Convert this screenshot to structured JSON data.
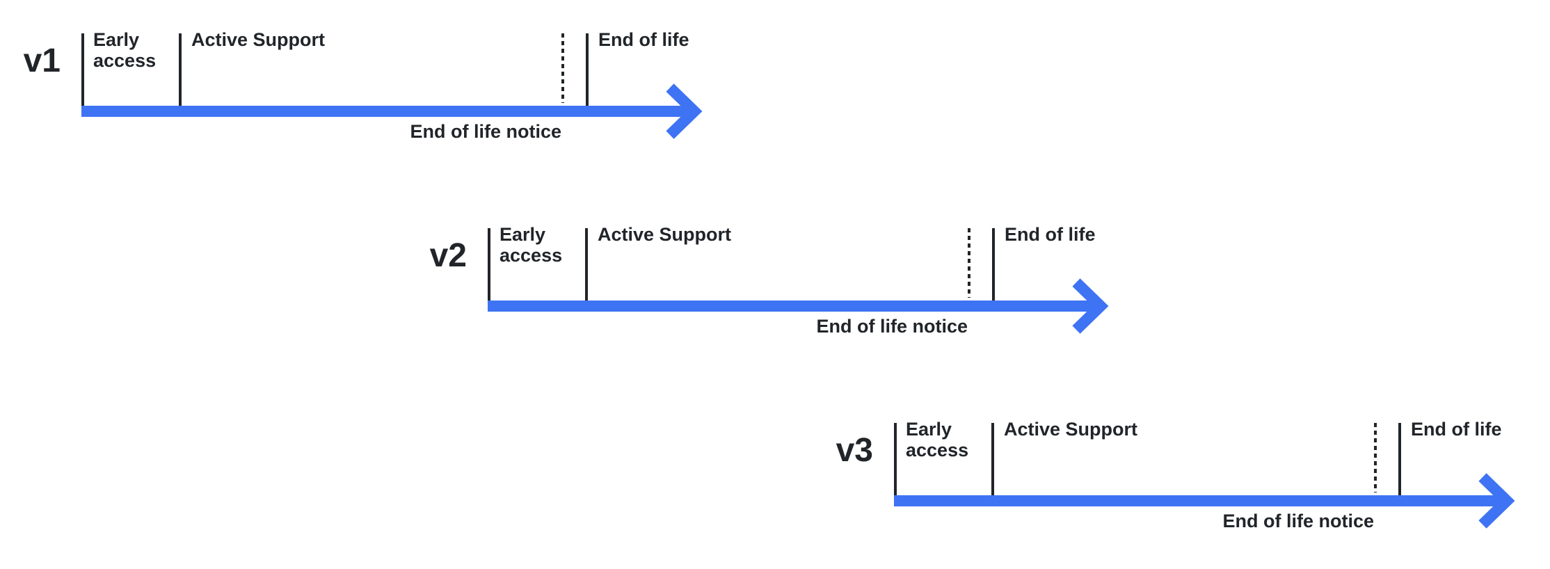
{
  "page": {
    "background": "#ffffff"
  },
  "colors": {
    "arrow_blue": "#3e73f3",
    "ink": "#212529"
  },
  "icons": {
    "timeline_arrow": "arrow-right"
  },
  "timelines": [
    {
      "version": "v1",
      "early_access": "Early access",
      "active_support": "Active Support",
      "end_of_life": "End of life",
      "end_of_life_notice": "End of life notice"
    },
    {
      "version": "v2",
      "early_access": "Early access",
      "active_support": "Active Support",
      "end_of_life": "End of life",
      "end_of_life_notice": "End of life notice"
    },
    {
      "version": "v3",
      "early_access": "Early access",
      "active_support": "Active Support",
      "end_of_life": "End of life",
      "end_of_life_notice": "End of life notice"
    }
  ]
}
